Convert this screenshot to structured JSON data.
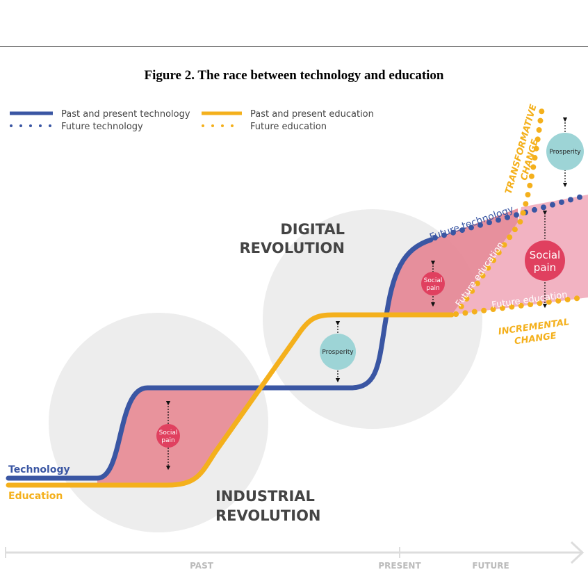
{
  "title": "Figure 2. The race between technology and education",
  "legend": {
    "past_tech": "Past and present technology",
    "future_tech": "Future technology",
    "past_edu": "Past and present education",
    "future_edu": "Future education"
  },
  "labels": {
    "technology": "Technology",
    "education": "Education",
    "digital_1": "DIGITAL",
    "digital_2": "REVOLUTION",
    "industrial_1": "INDUSTRIAL",
    "industrial_2": "REVOLUTION",
    "future_technology": "Future technology",
    "future_education_steep": "Future education",
    "future_education_flat": "Future education",
    "transformative_1": "TRANSFORMATIVE",
    "transformative_2": "CHANGE",
    "incremental_1": "INCREMENTAL",
    "incremental_2": "CHANGE"
  },
  "bubbles": {
    "social_pain_1a": "Social",
    "social_pain_1b": "pain",
    "social_pain_2a": "Social",
    "social_pain_2b": "pain",
    "social_pain_3a": "Social",
    "social_pain_3b": "pain",
    "prosperity_1": "Prosperity",
    "prosperity_2": "Prosperity"
  },
  "axis": {
    "past": "PAST",
    "present": "PRESENT",
    "future": "FUTURE"
  },
  "colors": {
    "technology": "#3a56a3",
    "education": "#f4b01c",
    "social_pain": "#e0405f",
    "prosperity": "#9dd4d6",
    "gap": "#e8939c",
    "circle": "#ededed"
  }
}
